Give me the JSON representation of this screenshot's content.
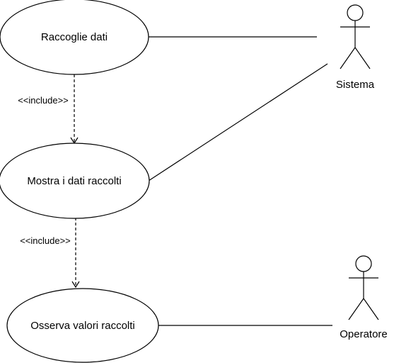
{
  "diagram": {
    "use_cases": [
      {
        "id": "uc1",
        "label": "Raccoglie dati"
      },
      {
        "id": "uc2",
        "label": "Mostra i dati raccolti"
      },
      {
        "id": "uc3",
        "label": "Osserva valori raccolti"
      }
    ],
    "actors": [
      {
        "id": "a1",
        "label": "Sistema"
      },
      {
        "id": "a2",
        "label": "Operatore"
      }
    ],
    "includes": [
      {
        "from": "Raccoglie dati",
        "to": "Mostra i dati raccolti",
        "label": "<<include>>"
      },
      {
        "from": "Mostra i dati raccolti",
        "to": "Osserva valori raccolti",
        "label": "<<include>>"
      }
    ],
    "associations": [
      {
        "use_case": "Raccoglie dati",
        "actor": "Sistema"
      },
      {
        "use_case": "Mostra i dati raccolti",
        "actor": "Sistema"
      },
      {
        "use_case": "Osserva valori raccolti",
        "actor": "Operatore"
      }
    ]
  }
}
